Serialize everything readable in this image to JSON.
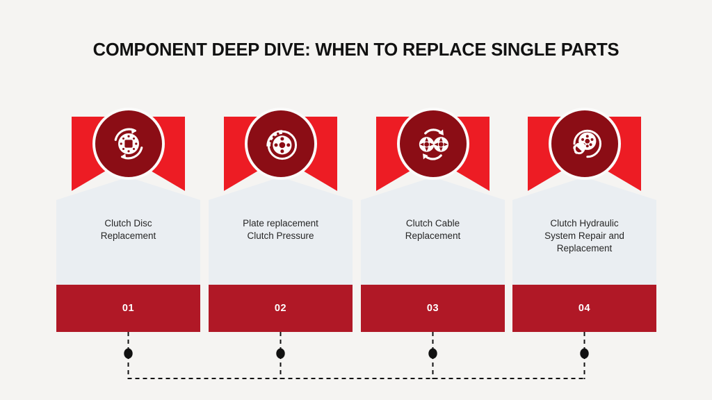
{
  "header": {
    "title": "COMPONENT DEEP DIVE: WHEN TO REPLACE SINGLE PARTS"
  },
  "colors": {
    "background": "#f5f4f2",
    "banner_red": "#ed1c24",
    "footer_red": "#b01826",
    "icon_circle_dark_red": "#8b0d15",
    "card_body_gray": "#eaeef2",
    "title_text": "#111111",
    "body_text": "#262626",
    "number_text": "#ffffff",
    "connector_line": "#111111"
  },
  "cards": [
    {
      "number": "01",
      "label": "Clutch Disc\nReplacement",
      "icon": "clutch-disc-rotation-icon"
    },
    {
      "number": "02",
      "label": "Plate replacement\nClutch Pressure",
      "icon": "brake-rotor-caliper-icon"
    },
    {
      "number": "03",
      "label": "Clutch Cable\nReplacement",
      "icon": "dual-pulley-exchange-icon"
    },
    {
      "number": "04",
      "label": "Clutch Hydraulic\nSystem Repair and\nReplacement",
      "icon": "brake-disc-gear-icon"
    }
  ],
  "connector": {
    "style": "dashed",
    "node_count": 4,
    "node_shape": "dot"
  }
}
